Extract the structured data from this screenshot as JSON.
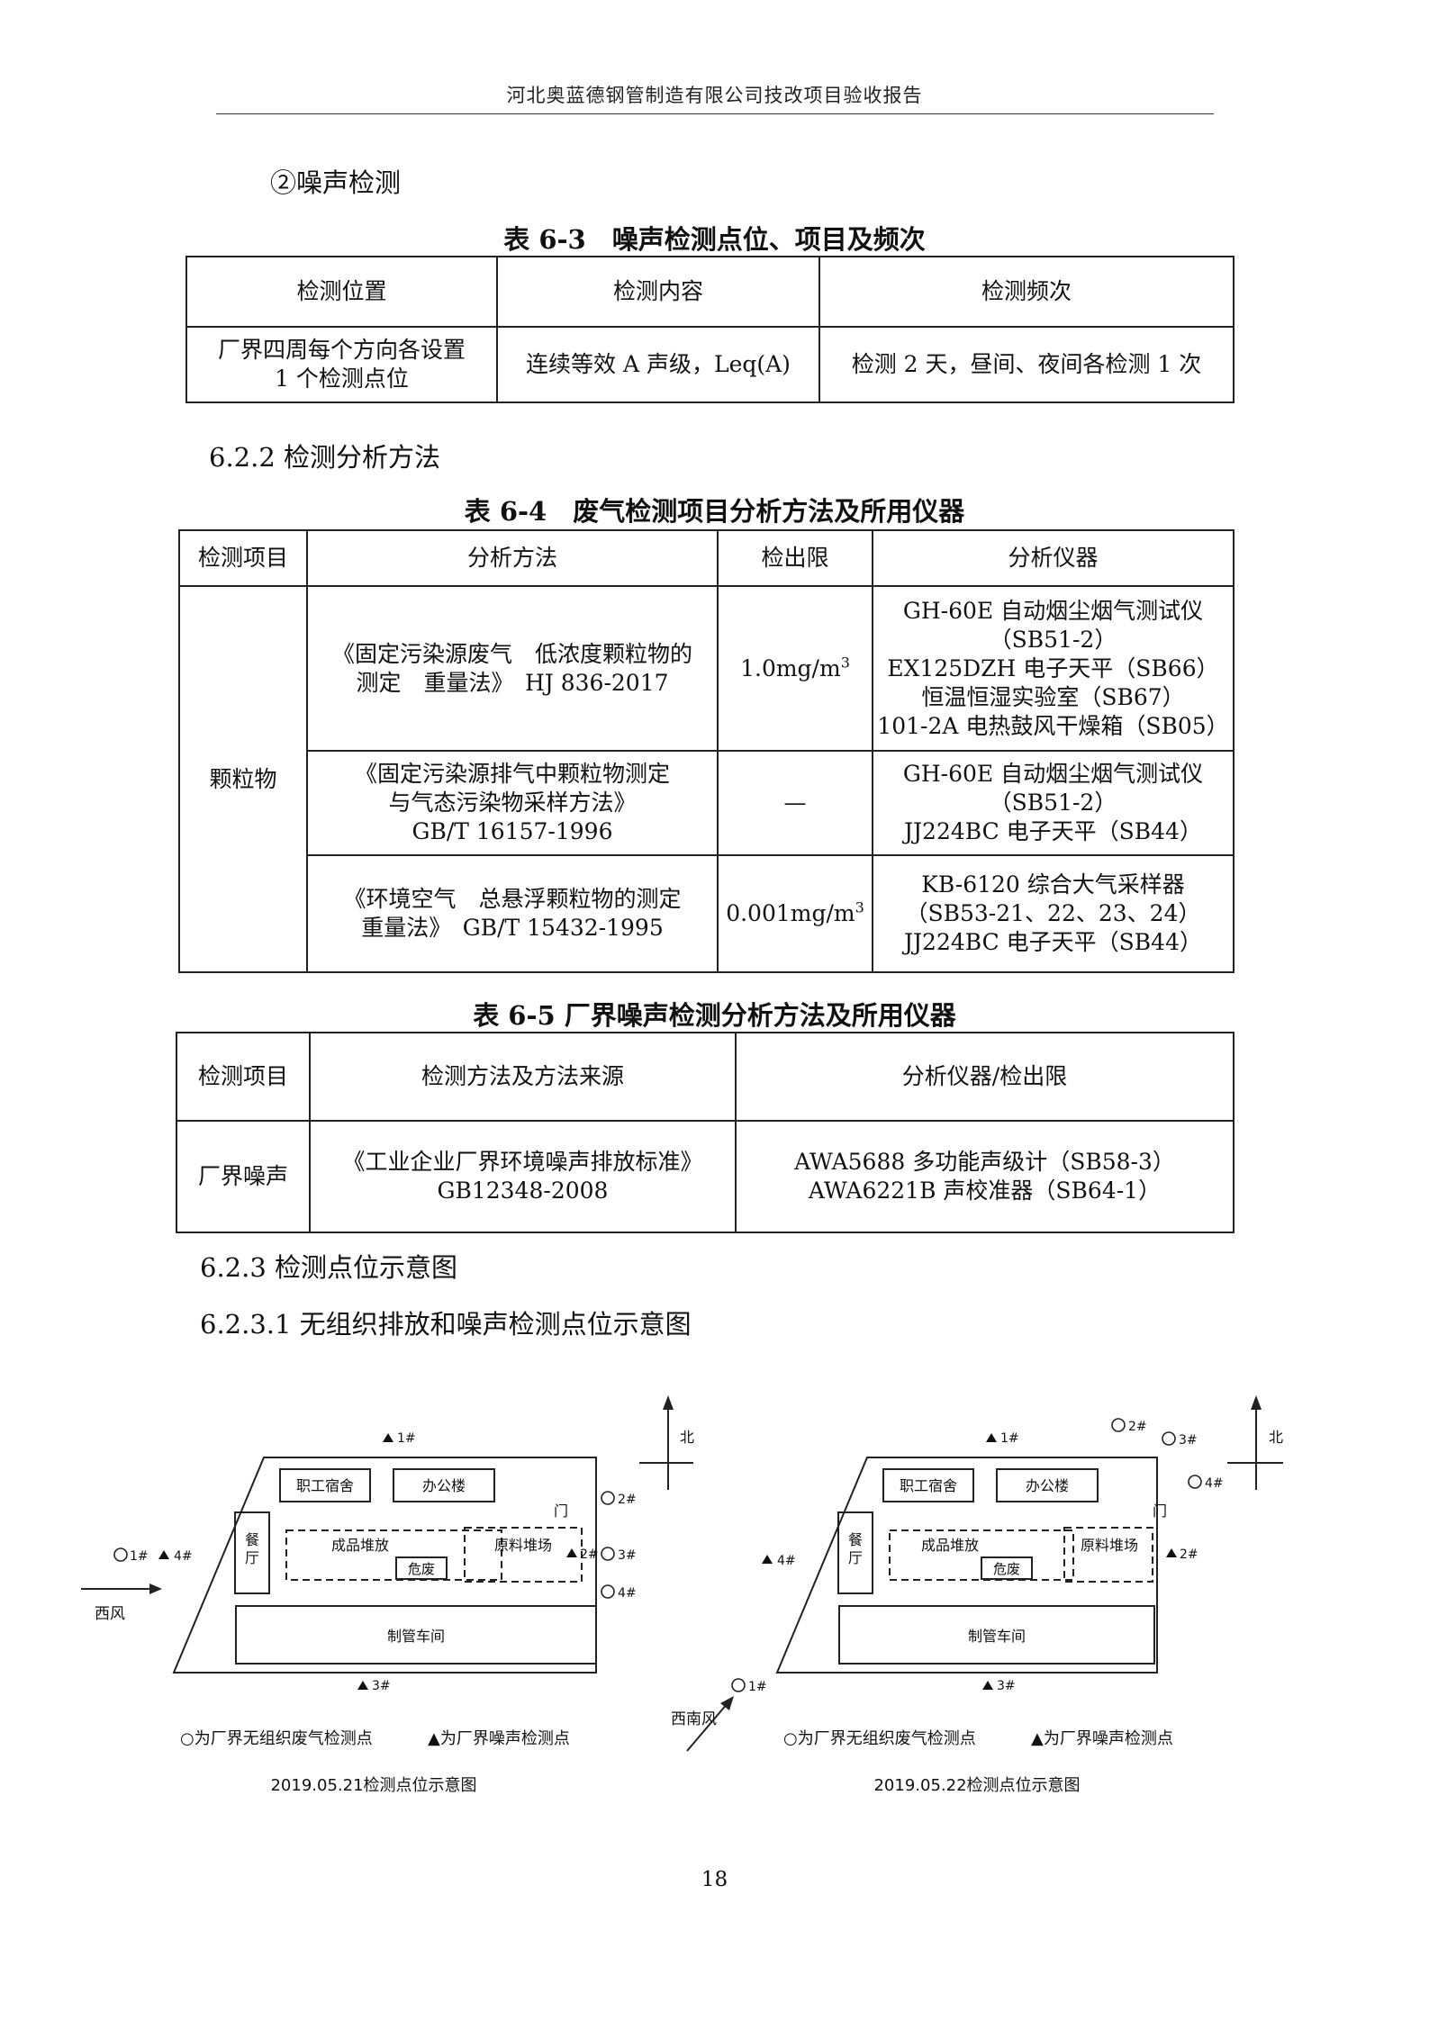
{
  "header": {
    "title": "河北奥蓝德钢管制造有限公司技改项目验收报告"
  },
  "noise_heading": "②噪声检测",
  "table63": {
    "caption": "表 6-3　噪声检测点位、项目及频次",
    "headers": [
      "检测位置",
      "检测内容",
      "检测频次"
    ],
    "row": {
      "position_l1": "厂界四周每个方向各设置",
      "position_l2": "1 个检测点位",
      "content": "连续等效 A 声级，Leq(A)",
      "frequency": "检测 2 天，昼间、夜间各检测 1 次"
    }
  },
  "section_622": "6.2.2 检测分析方法",
  "table64": {
    "caption": "表 6-4　废气检测项目分析方法及所用仪器",
    "headers": [
      "检测项目",
      "分析方法",
      "检出限",
      "分析仪器"
    ],
    "item": "颗粒物",
    "rows": [
      {
        "method_l1": "《固定污染源废气　低浓度颗粒物的",
        "method_l2": "测定　重量法》　HJ 836-2017",
        "limit": "1.0mg/m",
        "limit_sup": "3",
        "inst_l1": "GH-60E 自动烟尘烟气测试仪",
        "inst_l2": "（SB51-2）",
        "inst_l3": "EX125DZH 电子天平（SB66）",
        "inst_l4": "恒温恒湿实验室（SB67）",
        "inst_l5": "101-2A 电热鼓风干燥箱（SB05）"
      },
      {
        "method_l1": "《固定污染源排气中颗粒物测定",
        "method_l2": "与气态污染物采样方法》",
        "method_l3": "GB/T 16157-1996",
        "limit": "—",
        "inst_l1": "GH-60E 自动烟尘烟气测试仪",
        "inst_l2": "（SB51-2）",
        "inst_l3": "JJ224BC 电子天平（SB44）"
      },
      {
        "method_l1": "《环境空气　总悬浮颗粒物的测定",
        "method_l2": "重量法》　GB/T 15432-1995",
        "limit": "0.001mg/m",
        "limit_sup": "3",
        "inst_l1": "KB-6120 综合大气采样器",
        "inst_l2": "（SB53-21、22、23、24）",
        "inst_l3": "JJ224BC 电子天平（SB44）"
      }
    ]
  },
  "table65": {
    "caption": "表 6-5  厂界噪声检测分析方法及所用仪器",
    "headers": [
      "检测项目",
      "检测方法及方法来源",
      "分析仪器/检出限"
    ],
    "row": {
      "item": "厂界噪声",
      "method_l1": "《工业企业厂界环境噪声排放标准》",
      "method_l2": "GB12348-2008",
      "inst_l1": "AWA5688 多功能声级计（SB58-3）",
      "inst_l2": "AWA6221B 声校准器（SB64-1）"
    }
  },
  "section_623": "6.2.3  检测点位示意图",
  "section_6231": "6.2.3.1 无组织排放和噪声检测点位示意图",
  "diagram_labels": {
    "north": "北",
    "dorm": "职工宿舍",
    "office": "办公楼",
    "canteen": "餐厅",
    "product": "成品堆放",
    "hazard": "危废",
    "raw": "原料堆场",
    "workshop": "制管车间",
    "gate": "门",
    "p1": "1#",
    "p2": "2#",
    "p3": "3#",
    "p4": "4#",
    "legend_circle": "○为厂界无组织废气检测点",
    "legend_triangle": "▲为厂界噪声检测点"
  },
  "diagram1": {
    "wind": "西风",
    "caption": "2019.05.21检测点位示意图"
  },
  "diagram2": {
    "wind": "西南风",
    "caption": "2019.05.22检测点位示意图"
  },
  "page_number": "18"
}
